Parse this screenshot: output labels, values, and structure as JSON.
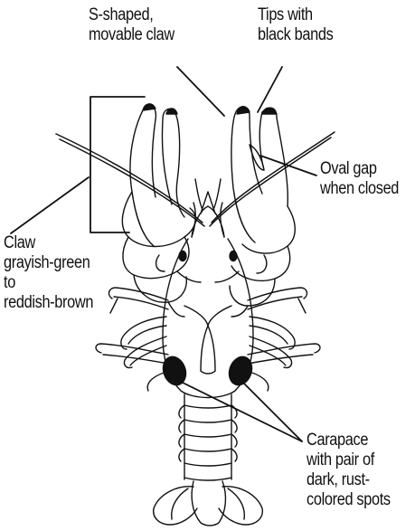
{
  "labels": {
    "s_shaped_claw": [
      "S-shaped,",
      "movable claw"
    ],
    "tips_black_bands": [
      "Tips with",
      "black bands"
    ],
    "oval_gap": [
      "Oval gap",
      "when closed"
    ],
    "claw_color": [
      "Claw",
      "grayish-green",
      "to",
      "reddish-brown"
    ],
    "carapace": [
      "Carapace",
      "with pair of",
      "dark, rust-",
      "colored spots"
    ]
  },
  "colors": {
    "ink": "#111111",
    "background": "#ffffff"
  }
}
